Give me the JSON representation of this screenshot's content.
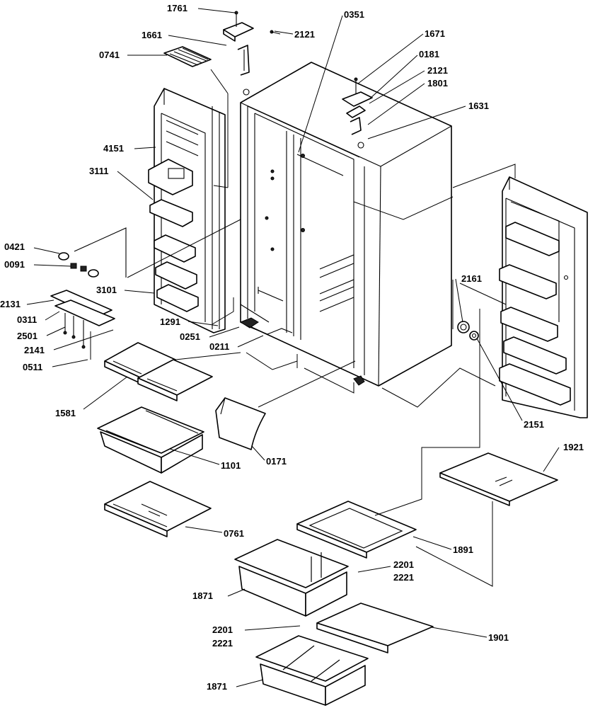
{
  "diagram_type": "exploded parts view",
  "callouts": [
    {
      "id": "c1761a",
      "number": "1761"
    },
    {
      "id": "c1661",
      "number": "1661"
    },
    {
      "id": "c2121a",
      "number": "2121"
    },
    {
      "id": "c0741",
      "number": "0741"
    },
    {
      "id": "c0351",
      "number": "0351"
    },
    {
      "id": "c1671",
      "number": "1671"
    },
    {
      "id": "c0181",
      "number": "0181"
    },
    {
      "id": "c2121b",
      "number": "2121"
    },
    {
      "id": "c1801",
      "number": "1801"
    },
    {
      "id": "c1631",
      "number": "1631"
    },
    {
      "id": "c4151",
      "number": "4151"
    },
    {
      "id": "c3111",
      "number": "3111"
    },
    {
      "id": "c0421",
      "number": "0421"
    },
    {
      "id": "c0091",
      "number": "0091"
    },
    {
      "id": "c3101",
      "number": "3101"
    },
    {
      "id": "c2131",
      "number": "2131"
    },
    {
      "id": "c0311",
      "number": "0311"
    },
    {
      "id": "c2501",
      "number": "2501"
    },
    {
      "id": "c2141",
      "number": "2141"
    },
    {
      "id": "c0511",
      "number": "0511"
    },
    {
      "id": "c1291",
      "number": "1291"
    },
    {
      "id": "c0251",
      "number": "0251"
    },
    {
      "id": "c0211",
      "number": "0211"
    },
    {
      "id": "c2161",
      "number": "2161"
    },
    {
      "id": "c2151",
      "number": "2151"
    },
    {
      "id": "c1581",
      "number": "1581"
    },
    {
      "id": "c1101",
      "number": "1101"
    },
    {
      "id": "c0171",
      "number": "0171"
    },
    {
      "id": "c1921",
      "number": "1921"
    },
    {
      "id": "c0761",
      "number": "0761"
    },
    {
      "id": "c1891",
      "number": "1891"
    },
    {
      "id": "c2201a",
      "number": "2201"
    },
    {
      "id": "c2221a",
      "number": "2221"
    },
    {
      "id": "c1871a",
      "number": "1871"
    },
    {
      "id": "c2201b",
      "number": "2201"
    },
    {
      "id": "c2221b",
      "number": "2221"
    },
    {
      "id": "c1901",
      "number": "1901"
    },
    {
      "id": "c1871b",
      "number": "1871"
    }
  ]
}
